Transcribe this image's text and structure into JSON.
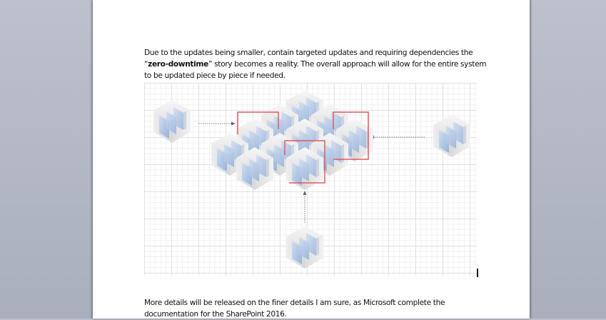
{
  "document": {
    "paragraphs": [
      {
        "segments": [
          {
            "text": "Due to the updates being smaller, contain targeted updates and requiring dependencies the “",
            "bold": false
          },
          {
            "text": "zero-downtime",
            "bold": true
          },
          {
            "text": "” story becomes a reality. The overall approach will allow for the entire system to be updated piece by piece if needed.",
            "bold": false
          }
        ]
      },
      {
        "text": "More details will be released on the finer details I am sure, as Microsoft complete the documentation for the SharePoint 2016."
      }
    ],
    "p1_a": "Due to the updates being smaller, contain targeted updates and requiring dependencies the “",
    "p1_bold": "zero-downtime",
    "p1_b": "” story becomes a reality. The overall approach will allow for the entire system to be updated piece by piece if needed.",
    "p2": "More details will be released on the finer details I am sure, as Microsoft complete the documentation for the SharePoint 2016.",
    "figure": {
      "description": "Isometric diagram of a 3x3 grid of server-cube modules with three highlighted (red outlined) modules receiving updates from three standalone cubes via dotted arrows",
      "highlight_color": "#e05a62",
      "glass_color": "#a9c3e6",
      "arrow_color": "#777777"
    }
  }
}
